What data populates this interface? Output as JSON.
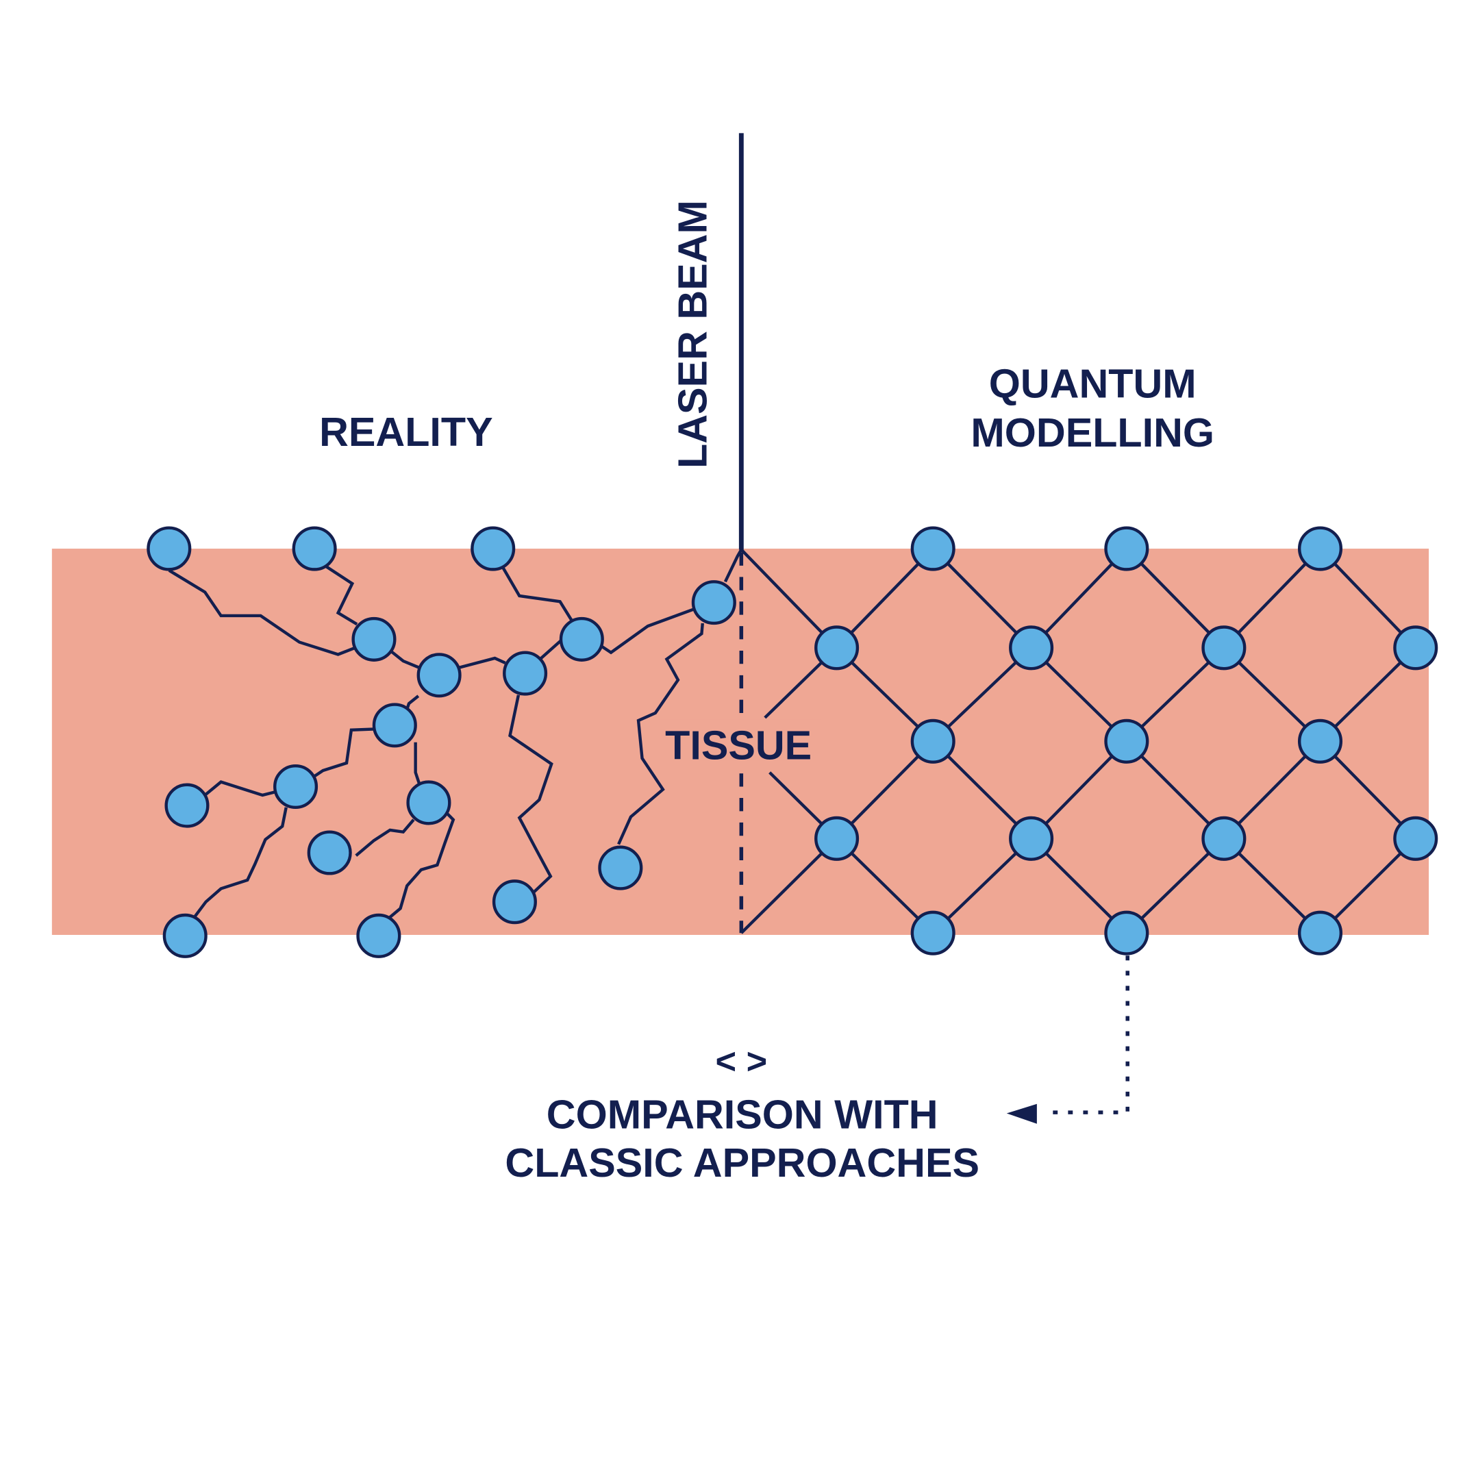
{
  "labels": {
    "reality": "REALITY",
    "laser_beam": "LASER BEAM",
    "quantum_line1": "QUANTUM",
    "quantum_line2": "MODELLING",
    "tissue": "TISSUE",
    "compare_symbol": "< >",
    "compare_line1": "COMPARISON WITH",
    "compare_line2": "CLASSIC APPROACHES"
  },
  "colors": {
    "ink": "#131f4f",
    "tissue": "#efa794",
    "node": "#5fb1e4",
    "background": "#ffffff"
  },
  "icons": {
    "arrow": "arrow-left-icon"
  }
}
